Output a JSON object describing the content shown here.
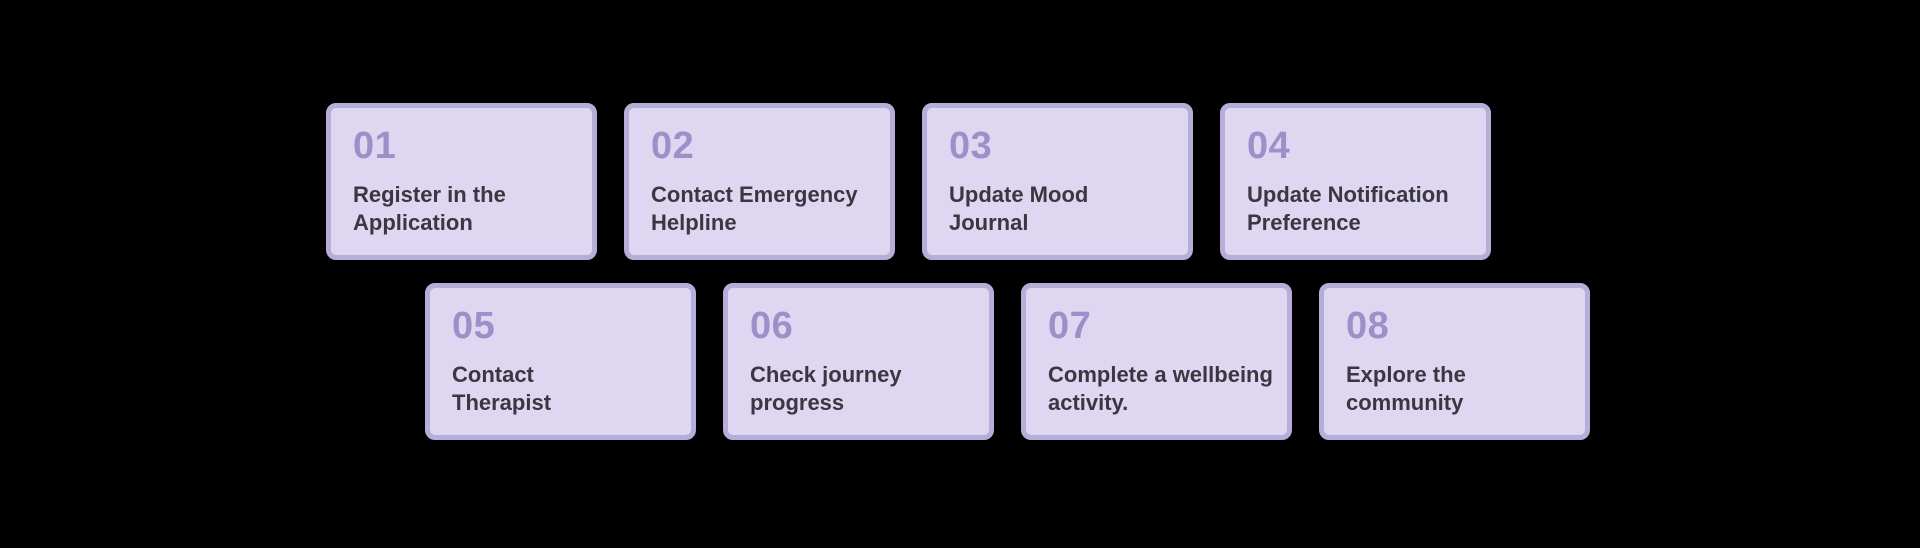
{
  "diagram": {
    "type": "process-steps",
    "background_color": "#000000",
    "card_fill_color": "#ddd7f1",
    "card_border_color": "#b8acd9",
    "number_color": "#9c90c8",
    "label_color": "#3b3741"
  },
  "steps": [
    {
      "number": "01",
      "label": "Register in the Application",
      "lines": [
        "Register in the",
        "Application"
      ]
    },
    {
      "number": "02",
      "label": "Contact Emergency Helpline",
      "lines": [
        "Contact Emergency",
        "Helpline"
      ]
    },
    {
      "number": "03",
      "label": "Update Mood Journal",
      "lines": [
        "Update Mood",
        "Journal"
      ]
    },
    {
      "number": "04",
      "label": "Update Notification Preference",
      "lines": [
        "Update Notification",
        "Preference"
      ]
    },
    {
      "number": "05",
      "label": "Contact Therapist",
      "lines": [
        "Contact",
        "Therapist"
      ]
    },
    {
      "number": "06",
      "label": "Check journey progress",
      "lines": [
        "Check journey",
        "progress"
      ]
    },
    {
      "number": "07",
      "label": "Complete a wellbeing activity.",
      "lines": [
        "Complete a wellbeing",
        "activity."
      ]
    },
    {
      "number": "08",
      "label": "Explore the community",
      "lines": [
        "Explore the",
        "community"
      ]
    }
  ]
}
